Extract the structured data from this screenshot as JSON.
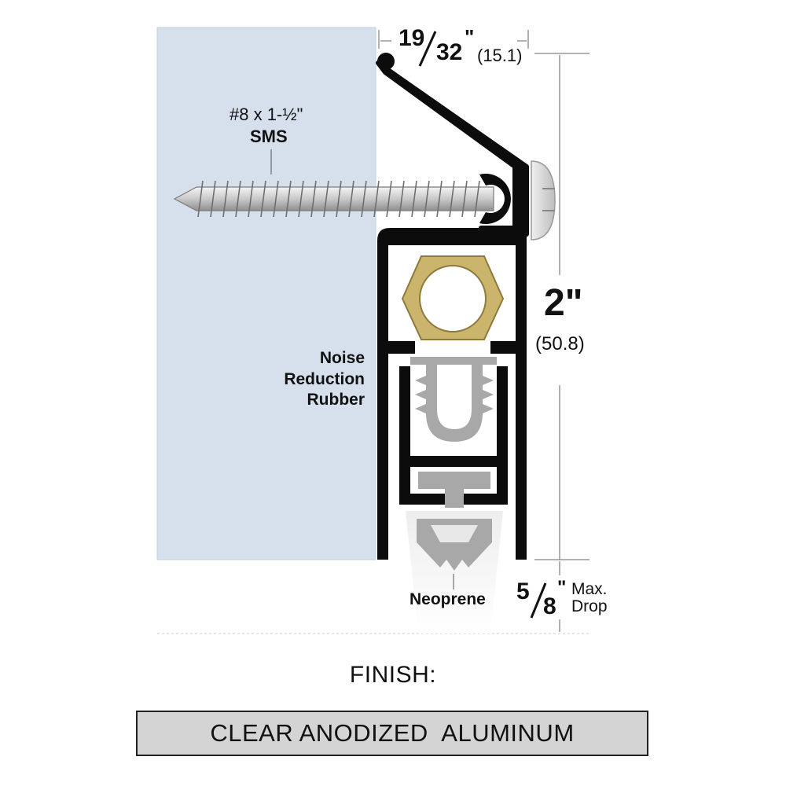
{
  "screw": {
    "size": "#8 x 1-½\"",
    "type": "SMS"
  },
  "gap_dimension": {
    "numerator": "19",
    "denominator": "32",
    "inch_mark": "\"",
    "metric": "(15.1)"
  },
  "height_dimension": {
    "value": "2\"",
    "metric": "(50.8)"
  },
  "rubber_label": {
    "line1": "Noise",
    "line2": "Reduction",
    "line3": "Rubber"
  },
  "seal_label": "Neoprene",
  "drop_dimension": {
    "numerator": "5",
    "denominator": "8",
    "inch_mark": "\"",
    "max": "Max.",
    "drop": "Drop"
  },
  "finish": {
    "title": "FINISH:",
    "value": "CLEAR ANODIZED  ALUMINUM"
  },
  "colors": {
    "door": "#d6e0ec",
    "profile": "#0c0c0c",
    "nut": "#cbb46c",
    "rubber": "#a8a8a8",
    "finish_box": "#d4d4d4"
  }
}
